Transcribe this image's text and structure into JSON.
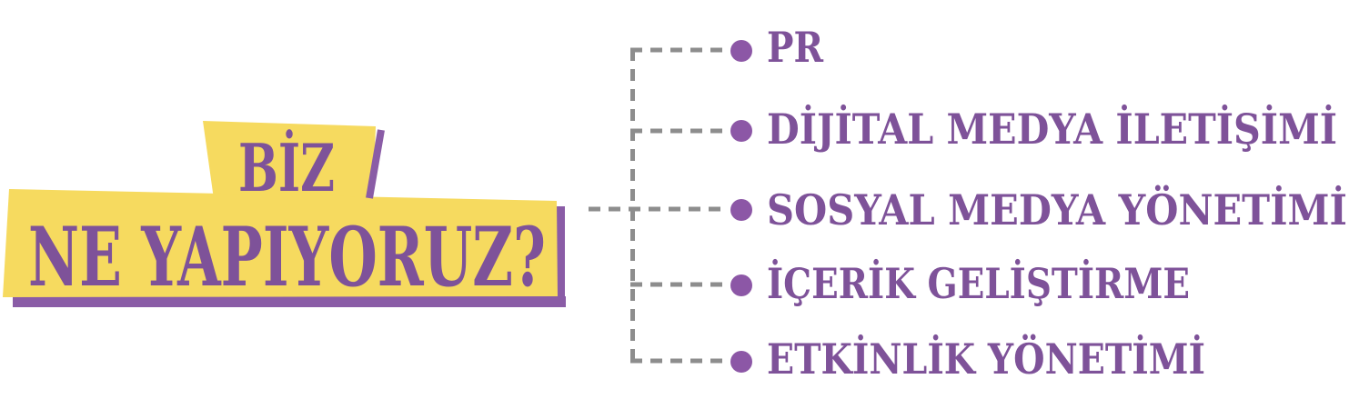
{
  "title": {
    "line1": "BİZ",
    "line2": "NE YAPIYORUZ?"
  },
  "items": [
    {
      "label": "PR"
    },
    {
      "label": "DİJİTAL MEDYA İLETİŞİMİ"
    },
    {
      "label": "SOSYAL MEDYA YÖNETİMİ"
    },
    {
      "label": "İÇERİK GELİŞTİRME"
    },
    {
      "label": "ETKİNLİK YÖNETİMİ"
    }
  ],
  "colors": {
    "background": "#ffffff",
    "banner_yellow": "#f6da5f",
    "text_purple": "#7e5299",
    "accent_purple": "#8a5ca6",
    "bullet_purple": "#8c57a6",
    "connector_gray": "#8d8d8d"
  }
}
